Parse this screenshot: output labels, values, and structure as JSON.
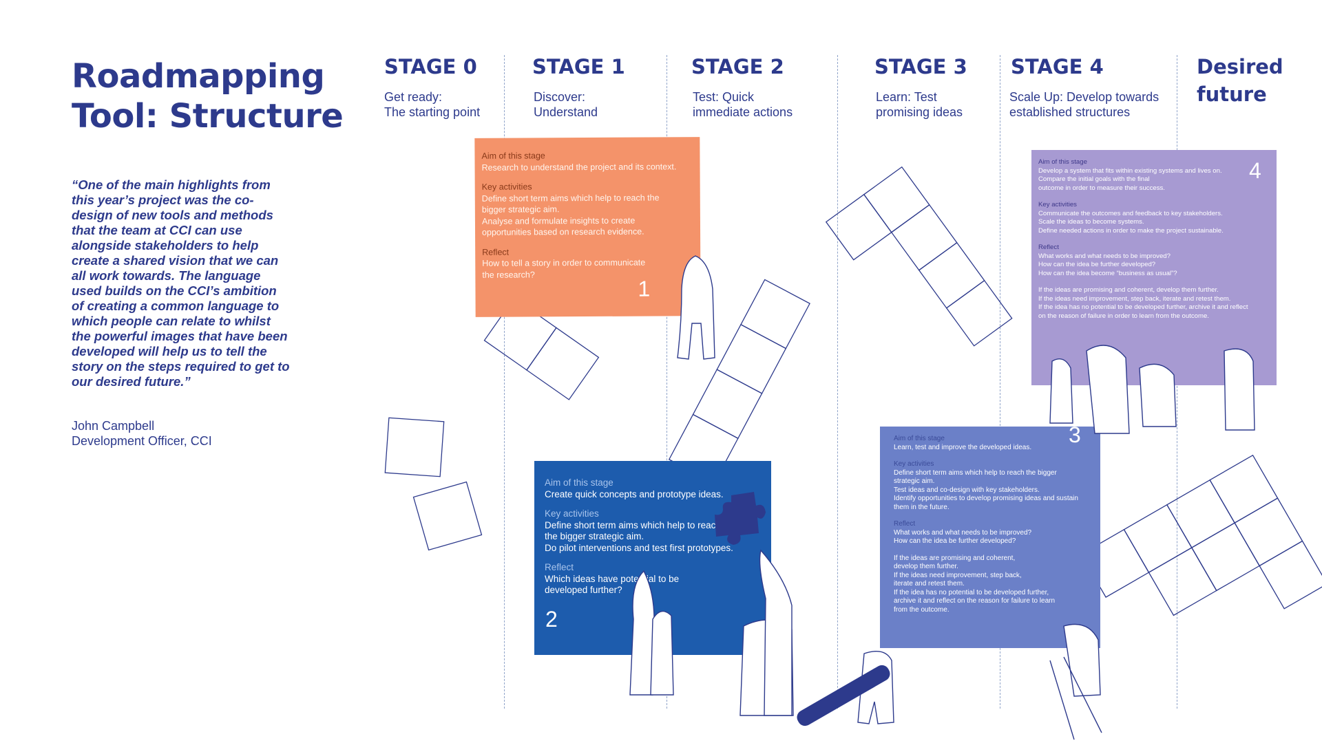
{
  "title": "Roadmapping Tool: Structure",
  "quote": "“One of the main highlights from this year’s project was the co-design of new tools and methods that the team at CCI can use alongside stakeholders to help create a shared vision that we can all work towards. The language used builds on the CCI’s ambition of creating a common language to which people can relate to whilst the powerful images that have been developed will help us to tell the story on the steps required to get to our desired future.”",
  "attribution": {
    "name": "John Campbell",
    "role": "Development Officer, CCI"
  },
  "stages": [
    {
      "heading": "STAGE 0",
      "subtitle_1": "Get ready:",
      "subtitle_2": "The starting point"
    },
    {
      "heading": "STAGE 1",
      "subtitle_1": "Discover:",
      "subtitle_2": "Understand"
    },
    {
      "heading": "STAGE 2",
      "subtitle_1": "Test: Quick",
      "subtitle_2": "immediate actions"
    },
    {
      "heading": "STAGE 3",
      "subtitle_1": "Learn: Test",
      "subtitle_2": "promising ideas"
    },
    {
      "heading": "STAGE 4",
      "subtitle_1": "Scale Up: Develop towards",
      "subtitle_2": "established structures"
    },
    {
      "heading": "Desired",
      "subtitle_1": "future",
      "subtitle_2": ""
    }
  ],
  "cards": {
    "card1": {
      "number": "1",
      "aim_title": "Aim of this stage",
      "aim": "Research to understand the project and its context.",
      "activities_title": "Key activities",
      "activities": [
        "Define short term aims which help to reach the",
        "bigger strategic aim.",
        "Analyse and formulate insights to create",
        "opportunities based on research evidence."
      ],
      "reflect_title": "Reflect",
      "reflect": [
        "How to tell a story in order to communicate",
        "the research?"
      ]
    },
    "card2": {
      "number": "2",
      "aim_title": "Aim of this stage",
      "aim": "Create quick concepts and prototype ideas.",
      "activities_title": "Key activities",
      "activities": [
        "Define short term aims which help to reach",
        "the bigger strategic aim.",
        "Do pilot interventions and test first prototypes."
      ],
      "reflect_title": "Reflect",
      "reflect": [
        "Which ideas have potential to be",
        "developed further?"
      ]
    },
    "card3": {
      "number": "3",
      "aim_title": "Aim of this stage",
      "aim": "Learn, test and improve the developed ideas.",
      "activities_title": "Key activities",
      "activities": [
        "Define short term aims which help to reach the bigger",
        "strategic aim.",
        "Test ideas and co-design with key stakeholders.",
        "Identify opportunities to develop promising ideas and sustain",
        "them in the future."
      ],
      "reflect_title": "Reflect",
      "reflect": [
        "What works and what needs to be improved?",
        "How can the idea be further developed?"
      ],
      "notes": [
        "If the ideas are promising and coherent,",
        "develop them further.",
        "If the ideas need improvement, step back,",
        "iterate and retest them.",
        "If the idea has no potential to be developed further,",
        "archive it and reflect on the reason for failure to learn",
        "from the outcome."
      ]
    },
    "card4": {
      "number": "4",
      "aim_title": "Aim of this stage",
      "aim": [
        "Develop a system that fits within existing systems and lives on.",
        "Compare the initial goals with the final",
        "outcome in order to measure their success."
      ],
      "activities_title": "Key activities",
      "activities": [
        "Communicate the outcomes and feedback to key stakeholders.",
        "Scale the ideas to become systems.",
        "Define needed actions in order to make the project sustainable."
      ],
      "reflect_title": "Reflect",
      "reflect": [
        "What works and what needs to be improved?",
        "How can the idea be further developed?",
        "How can the idea become “business as usual”?"
      ],
      "notes": [
        "If the ideas are promising and coherent, develop them further.",
        "If the ideas need improvement, step back, iterate and retest them.",
        "If the idea has no potential to be developed further, archive it and reflect",
        "on the reason of failure in order to learn from the outcome."
      ]
    }
  },
  "colors": {
    "navy": "#2d3a8c",
    "orange": "#f4936a",
    "blue": "#1d5cad",
    "periwinkle": "#6b80c8",
    "lavender": "#a79ad2"
  }
}
